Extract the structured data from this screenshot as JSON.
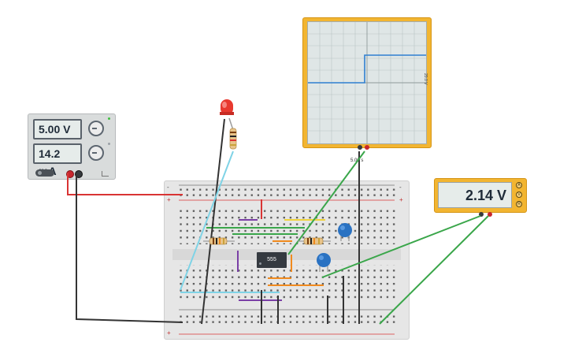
{
  "power_supply": {
    "voltage_display": "5.00 V",
    "current_display": "14.2 mA",
    "knob_icons": [
      "voltage-knob-icon",
      "current-knob-icon"
    ]
  },
  "oscilloscope": {
    "side_label": "20.0 V",
    "time_label": "5.00 s",
    "trace_color": "#2f7fd0"
  },
  "multimeter": {
    "display": "2.14 V",
    "mode_buttons": [
      "A",
      "V",
      "R"
    ]
  },
  "breadboard": {
    "chip_label": "555",
    "rail_plus": "+",
    "rail_minus": "-"
  },
  "colors": {
    "red_wire": "#d93434",
    "black_wire": "#333333",
    "cyan_wire": "#7fd3e6",
    "green_wire": "#3aa64a",
    "orange_wire": "#f08a1e",
    "yellow_wire": "#f0d33c",
    "purple_wire": "#7a3fa6",
    "capacitor": "#2a72c2",
    "led": "#e8392f"
  }
}
